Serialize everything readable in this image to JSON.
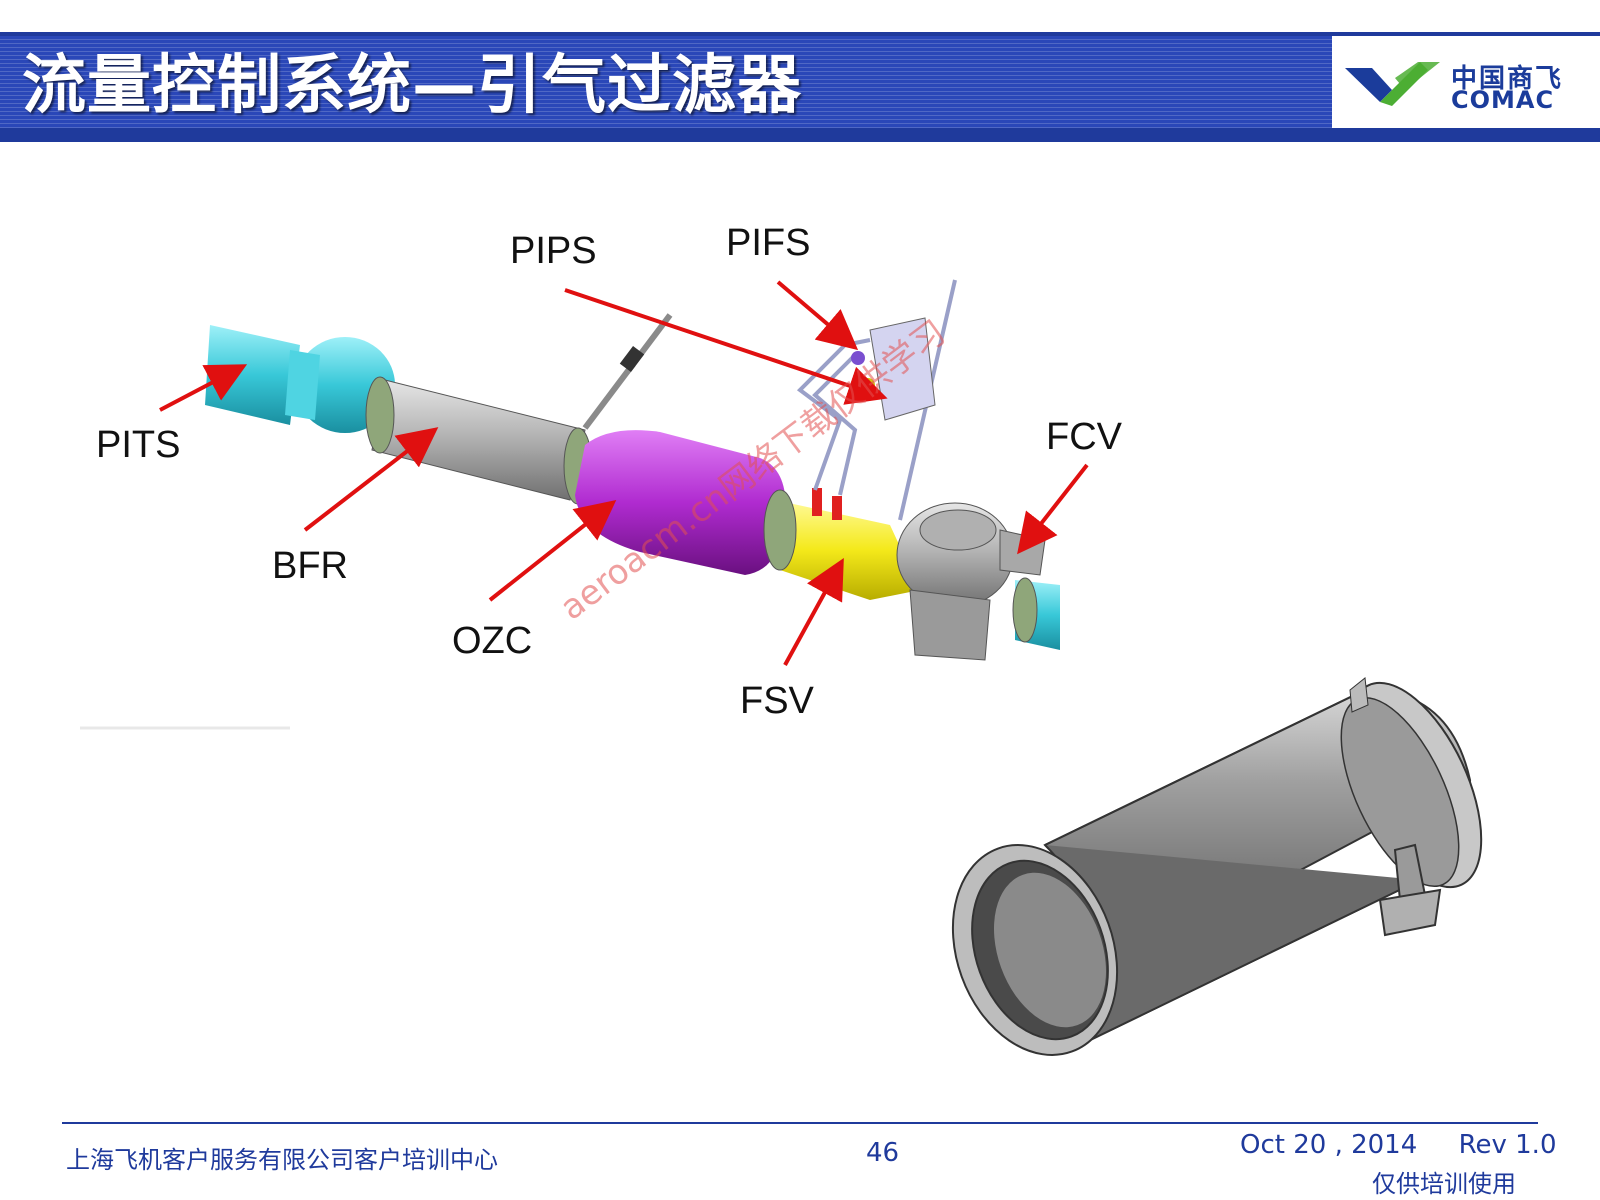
{
  "header": {
    "title": "流量控制系统—引气过滤器",
    "logo_cn": "中国商飞",
    "logo_en": "COMAC"
  },
  "diagram": {
    "labels": {
      "pips": "PIPS",
      "pifs": "PIFS",
      "pits": "PITS",
      "fcv": "FCV",
      "bfr": "BFR",
      "ozc": "OZC",
      "fsv": "FSV"
    }
  },
  "watermark": "aeroacm.cn网络下载仅供学习",
  "footer": {
    "organization": "上海飞机客户服务有限公司客户培训中心",
    "page_number": "46",
    "date_rev": "Oct 20 , 2014     Rev 1.0",
    "note": "仅供培训使用"
  },
  "colors": {
    "header_blue": "#1f3a9c",
    "arrow_red": "#e01010",
    "ozc_purple": "#b02bd0",
    "fsv_yellow": "#f4e91a",
    "duct_cyan": "#38c8d8",
    "logo_green": "#4cae34"
  }
}
